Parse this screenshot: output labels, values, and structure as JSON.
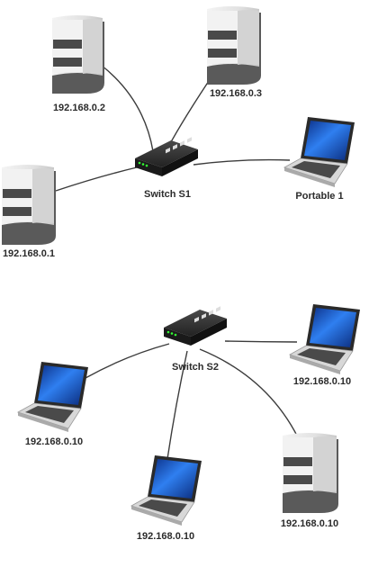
{
  "networks": [
    {
      "switch": {
        "label": "Switch S1"
      },
      "nodes": [
        {
          "type": "server",
          "label": "192.168.0.2"
        },
        {
          "type": "server",
          "label": "192.168.0.3"
        },
        {
          "type": "laptop",
          "label": "Portable 1"
        },
        {
          "type": "server",
          "label": "192.168.0.1"
        }
      ]
    },
    {
      "switch": {
        "label": "Switch S2"
      },
      "nodes": [
        {
          "type": "laptop",
          "label": "192.168.0.10"
        },
        {
          "type": "laptop",
          "label": "192.168.0.10"
        },
        {
          "type": "laptop",
          "label": "192.168.0.10"
        },
        {
          "type": "server",
          "label": "192.168.0.10"
        }
      ]
    }
  ],
  "colors": {
    "server_body": "#e4e4e4",
    "server_shadow": "#555555",
    "laptop_screen": "#1a5fd1",
    "laptop_body": "#d0d0d0",
    "switch_body": "#2b2b2b",
    "link": "#3c3c3c"
  }
}
